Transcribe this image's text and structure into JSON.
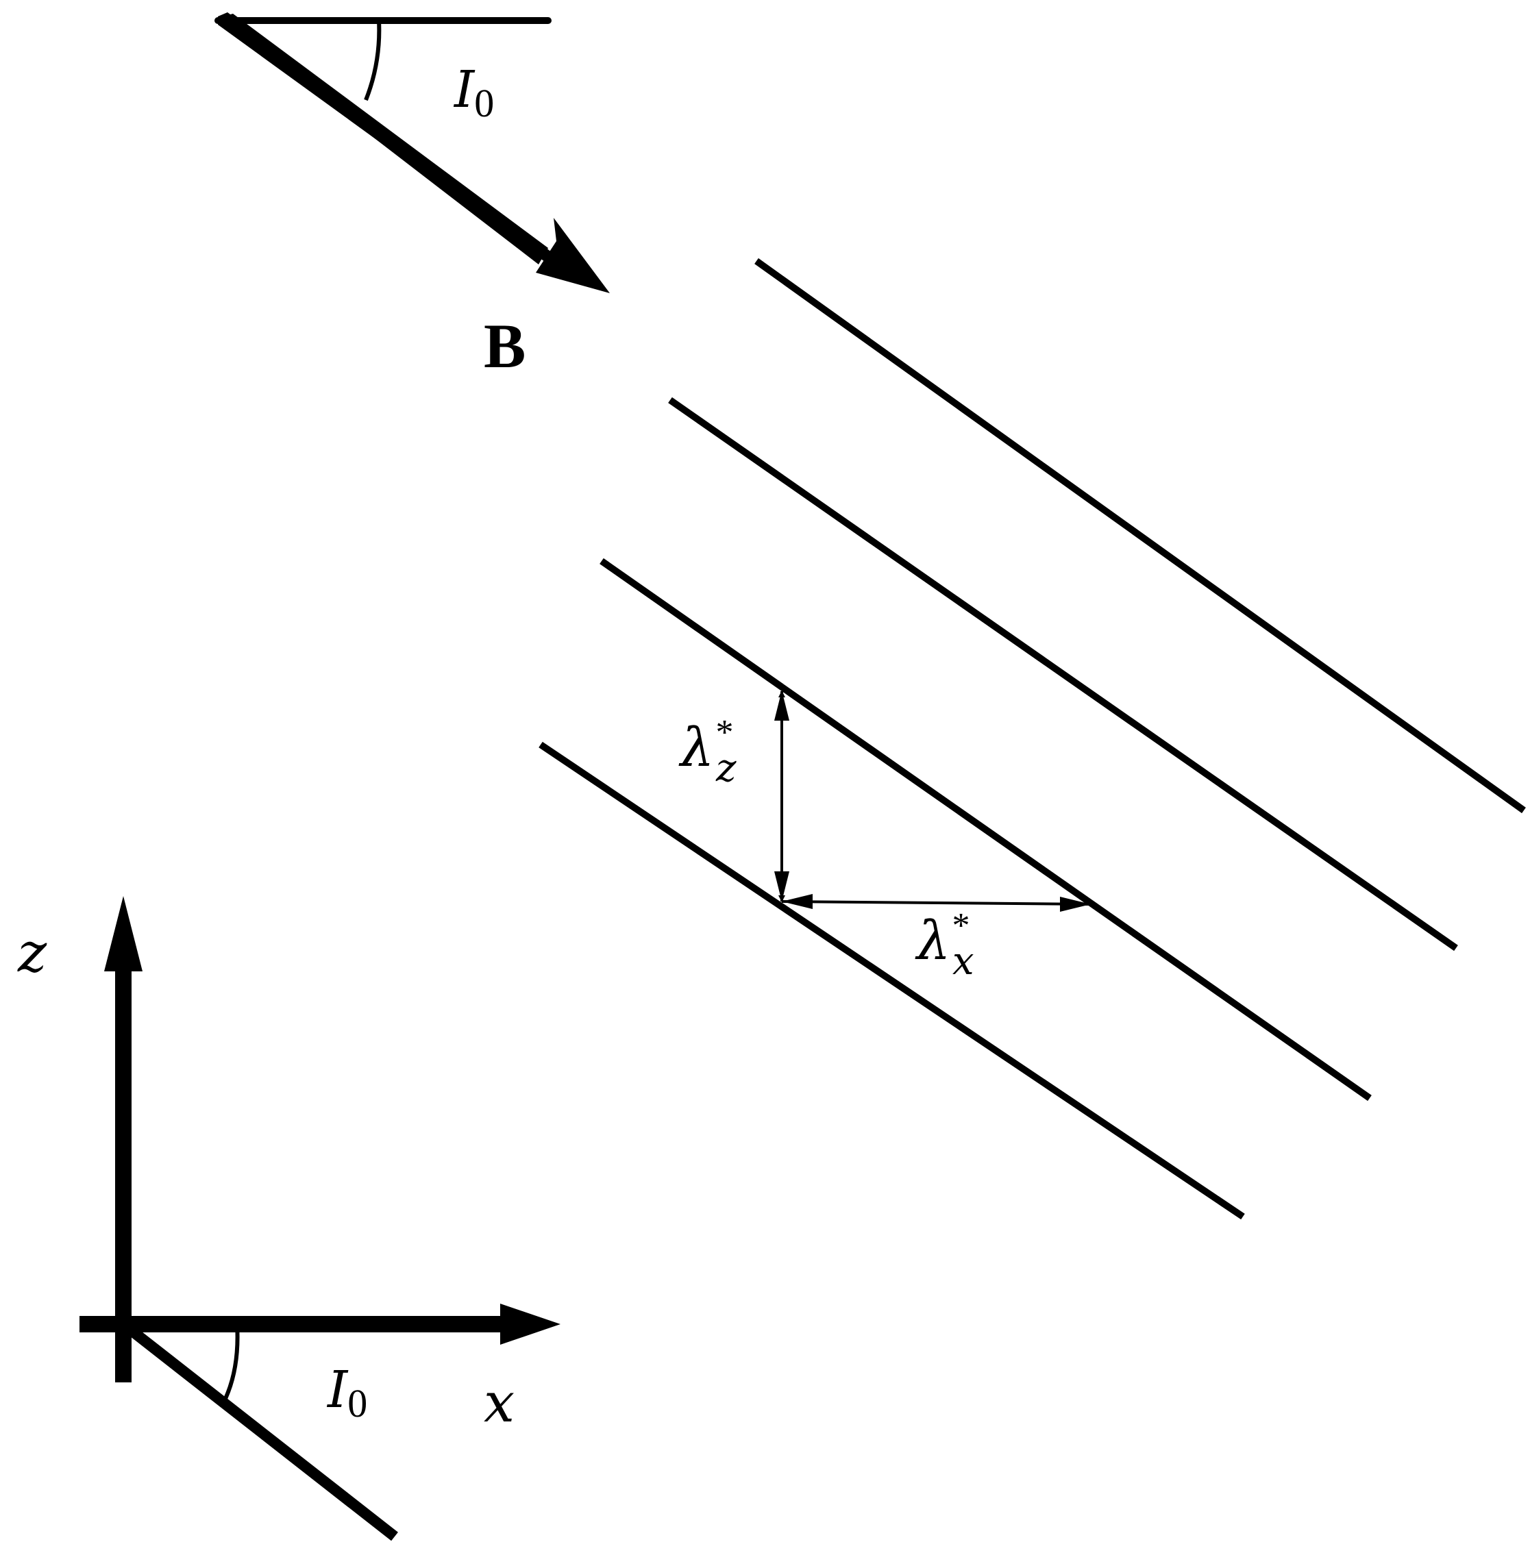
{
  "diagram": {
    "b_field_label": "B",
    "angle_label_symbol": "I",
    "angle_label_subscript": "0",
    "axis_z_label": "z",
    "axis_x_label": "x",
    "lambda_z_symbol": "λ",
    "lambda_z_superscript": "*",
    "lambda_z_subscript": "z",
    "lambda_x_symbol": "λ",
    "lambda_x_superscript": "*",
    "lambda_x_subscript": "x",
    "stroke_color": "#000000",
    "background_color": "#ffffff"
  }
}
